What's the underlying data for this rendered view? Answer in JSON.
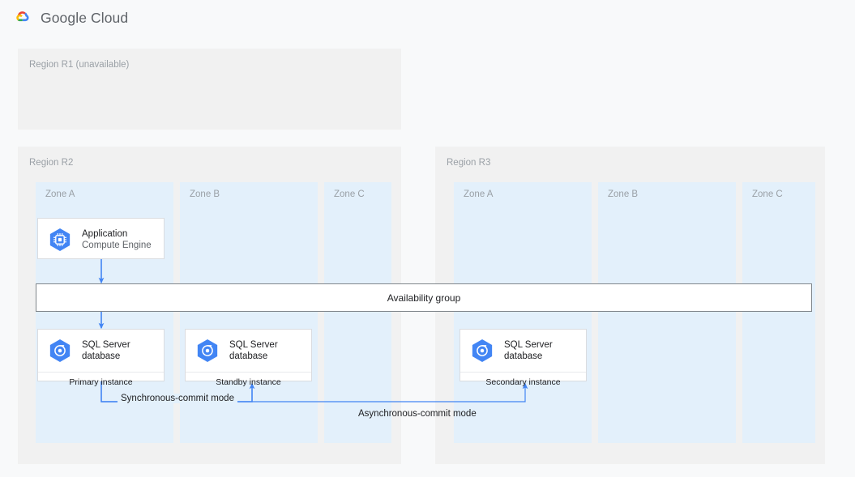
{
  "header": {
    "product": "Google Cloud",
    "logo_icon": "google-cloud-logo-icon"
  },
  "colors": {
    "page_background": "#f8f9fa",
    "region_background": "#f1f1f1",
    "zone_background": "#e3f0fb",
    "node_background": "#ffffff",
    "connector": "#4285f4",
    "icon_blue": "#4285f4",
    "label_grey": "#9aa0a6",
    "text_primary": "#202124"
  },
  "regions": [
    {
      "id": "r1",
      "label": "Region R1 (unavailable)",
      "zones": []
    },
    {
      "id": "r2",
      "label": "Region R2",
      "zones": [
        {
          "id": "r2-zone-a",
          "label": "Zone A"
        },
        {
          "id": "r2-zone-b",
          "label": "Zone B"
        },
        {
          "id": "r2-zone-c",
          "label": "Zone C"
        }
      ]
    },
    {
      "id": "r3",
      "label": "Region R3",
      "zones": [
        {
          "id": "r3-zone-a",
          "label": "Zone A"
        },
        {
          "id": "r3-zone-b",
          "label": "Zone B"
        },
        {
          "id": "r3-zone-c",
          "label": "Zone C"
        }
      ]
    }
  ],
  "nodes": {
    "application": {
      "title": "Application",
      "subtitle": "Compute Engine",
      "icon": "compute-engine-icon",
      "region": "Region R2",
      "zone": "Zone A"
    },
    "primary": {
      "title": "SQL Server\ndatabase",
      "role": "Primary instance",
      "icon": "sql-server-database-icon",
      "region": "Region R2",
      "zone": "Zone A"
    },
    "standby": {
      "title": "SQL Server\ndatabase",
      "role": "Standby instance",
      "icon": "sql-server-database-icon",
      "region": "Region R2",
      "zone": "Zone B"
    },
    "secondary": {
      "title": "SQL Server\ndatabase",
      "role": "Secondary instance",
      "icon": "sql-server-database-icon",
      "region": "Region R3",
      "zone": "Zone A"
    }
  },
  "availability_group": {
    "label": "Availability group"
  },
  "edges": [
    {
      "id": "app-to-group",
      "from": "Application",
      "to": "Availability group",
      "label": ""
    },
    {
      "id": "group-to-primary",
      "from": "Availability group",
      "to": "Primary instance",
      "label": ""
    },
    {
      "id": "primary-to-standby",
      "from": "Primary instance",
      "to": "Standby instance",
      "label": "Synchronous-commit mode"
    },
    {
      "id": "primary-to-secondary",
      "from": "Primary instance",
      "to": "Secondary instance",
      "label": "Asynchronous-commit mode"
    }
  ]
}
